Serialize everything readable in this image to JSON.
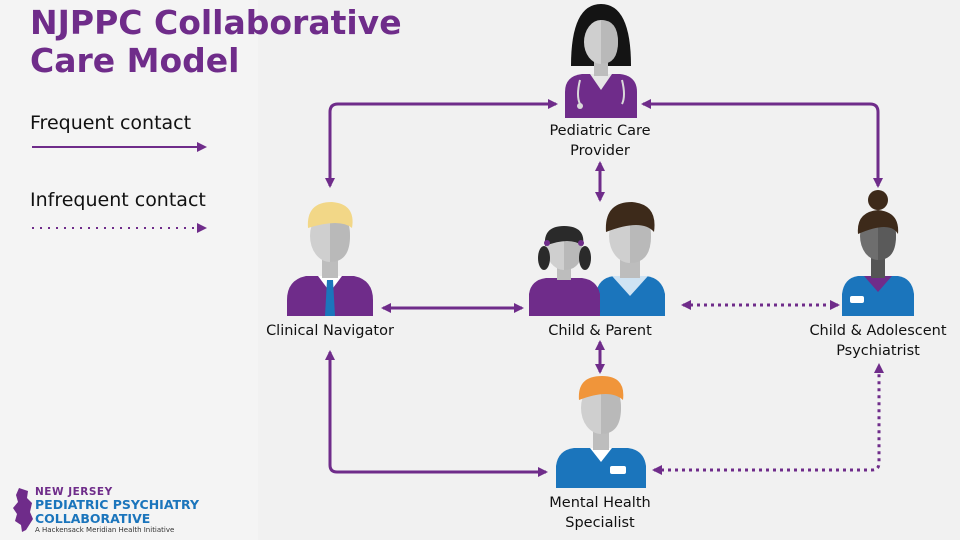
{
  "title_lines": [
    "NJPPC Collaborative",
    "Care Model"
  ],
  "legend": {
    "frequent": "Frequent contact",
    "infrequent": "Infrequent contact"
  },
  "nodes": {
    "pediatric": [
      "Pediatric Care",
      "Provider"
    ],
    "navigator": "Clinical Navigator",
    "child_parent": "Child & Parent",
    "psychiatrist": [
      "Child & Adolescent",
      "Psychiatrist"
    ],
    "specialist": [
      "Mental Health",
      "Specialist"
    ]
  },
  "logo": {
    "line1": "NEW JERSEY",
    "line2": "PEDIATRIC PSYCHIATRY",
    "line3": "COLLABORATIVE",
    "line4": "A Hackensack Meridian Health Initiative"
  },
  "colors": {
    "accent_purple": "#6f2c8a",
    "blue": "#1b75bc",
    "skin_gray": "#c8c8c8"
  }
}
